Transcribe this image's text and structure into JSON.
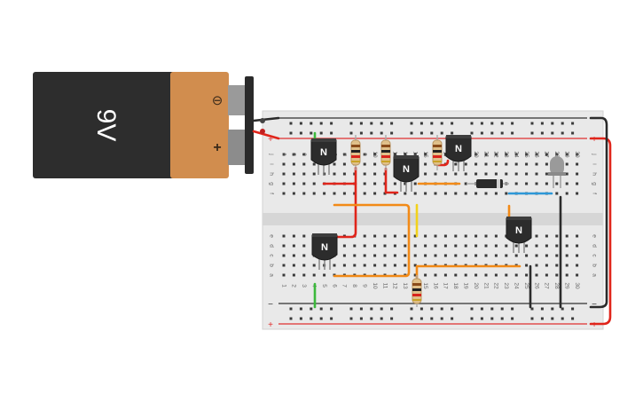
{
  "battery": {
    "label": "9V",
    "minus_symbol": "⊖",
    "plus_symbol": "+",
    "colors": {
      "body": "#2d2d2d",
      "cap": "#d18d4e",
      "terminal": "#9a9a9a"
    }
  },
  "breadboard": {
    "columns": 30,
    "column_numbers": [
      "1",
      "2",
      "3",
      "4",
      "5",
      "6",
      "7",
      "8",
      "9",
      "10",
      "11",
      "12",
      "13",
      "14",
      "15",
      "16",
      "17",
      "18",
      "19",
      "20",
      "21",
      "22",
      "23",
      "24",
      "25",
      "26",
      "27",
      "28",
      "29",
      "30"
    ],
    "top_rows": [
      "j",
      "i",
      "h",
      "g",
      "f"
    ],
    "bottom_rows": [
      "e",
      "d",
      "c",
      "b",
      "a"
    ],
    "rail_minus": "−",
    "rail_plus": "+",
    "colors": {
      "board": "#e9e9e9",
      "rail_red": "#e03030",
      "rail_black": "#333333",
      "hole": "#3a3a3a"
    }
  },
  "transistor": {
    "label": "N",
    "count": 5
  },
  "wire_colors": {
    "red": "#e0251b",
    "black": "#2b2b2b",
    "orange": "#f28a17",
    "green": "#3cb93c",
    "yellow": "#f2d21b",
    "blue": "#2d98d8",
    "gray": "#777777"
  }
}
